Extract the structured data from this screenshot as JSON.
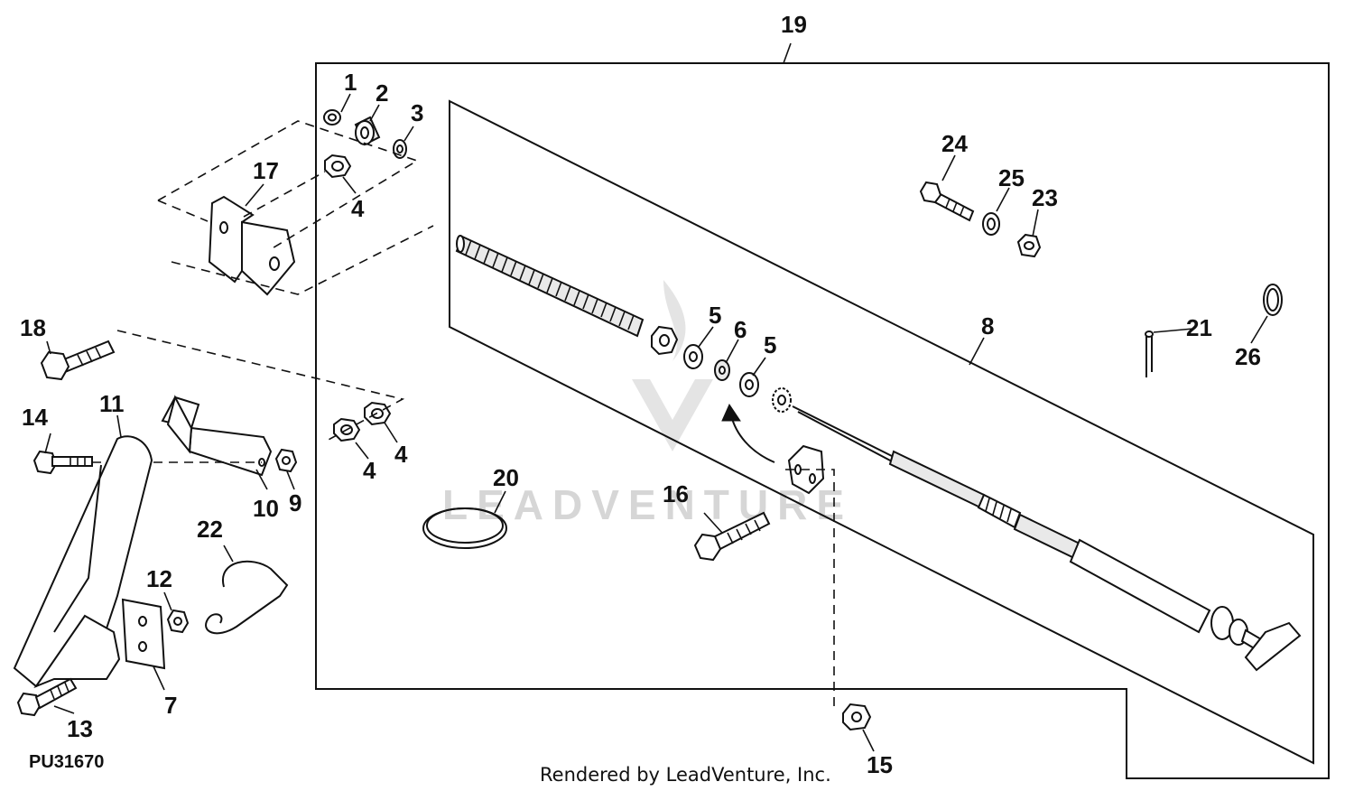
{
  "figure_id": "PU31670",
  "credit": "Rendered by LeadVenture, Inc.",
  "watermark": "LEADVENTURE",
  "callouts": {
    "c1": "1",
    "c2": "2",
    "c3": "3",
    "c4a": "4",
    "c4b": "4",
    "c4c": "4",
    "c5a": "5",
    "c5b": "5",
    "c6": "6",
    "c7": "7",
    "c8": "8",
    "c9": "9",
    "c10": "10",
    "c11": "11",
    "c12": "12",
    "c13": "13",
    "c14": "14",
    "c15": "15",
    "c16": "16",
    "c17": "17",
    "c18": "18",
    "c19": "19",
    "c20": "20",
    "c21": "21",
    "c22": "22",
    "c23": "23",
    "c24": "24",
    "c25": "25",
    "c26": "26"
  }
}
